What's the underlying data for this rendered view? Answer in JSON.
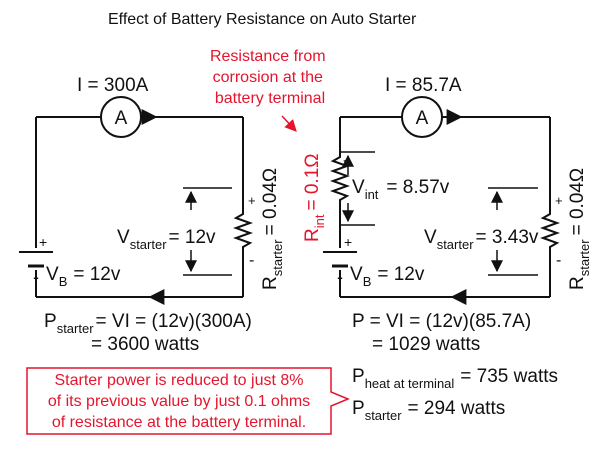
{
  "title": "Effect of Battery Resistance on Auto Starter",
  "colors": {
    "accent": "#e4152d",
    "line": "#111111"
  },
  "left_circuit": {
    "current": "I = 300A",
    "ammeter": "A",
    "vs_label": "V",
    "vs_sub": "starter",
    "vs_value": "= 12v",
    "vb_label": "V",
    "vb_sub": "B",
    "vb_value": "= 12v",
    "r_label": "R",
    "r_sub": "starter",
    "r_value": "= 0.04Ω",
    "plus": "+",
    "minus": "-",
    "p_label": "P",
    "p_sub": "starter",
    "p_eq": "= VI = (12v)(300A)",
    "p_result": "= 3600 watts"
  },
  "right_circuit": {
    "current": "I = 85.7A",
    "ammeter": "A",
    "rint_label": "R",
    "rint_sub": "int",
    "rint_value": "= 0.1Ω",
    "vint_label": "V",
    "vint_sub": "int",
    "vint_value": "= 8.57v",
    "vs_label": "V",
    "vs_sub": "starter",
    "vs_value": "= 3.43v",
    "vb_label": "V",
    "vb_sub": "B",
    "vb_value": "= 12v",
    "r_label": "R",
    "r_sub": "starter",
    "r_value": "= 0.04Ω",
    "plus": "+",
    "minus": "-",
    "p_eq": "P = VI = (12v)(85.7A)",
    "p_result": "= 1029 watts",
    "pheat_label": "P",
    "pheat_sub": "heat at terminal",
    "pheat_value": "= 735 watts",
    "pstarter_label": "P",
    "pstarter_sub": "starter",
    "pstarter_value": "= 294 watts"
  },
  "corrosion_note": "Resistance from\ncorrosion at the\nbattery terminal",
  "callout": "Starter power is reduced to just 8%\nof its previous value by just 0.1 ohms\nof resistance at the battery terminal."
}
